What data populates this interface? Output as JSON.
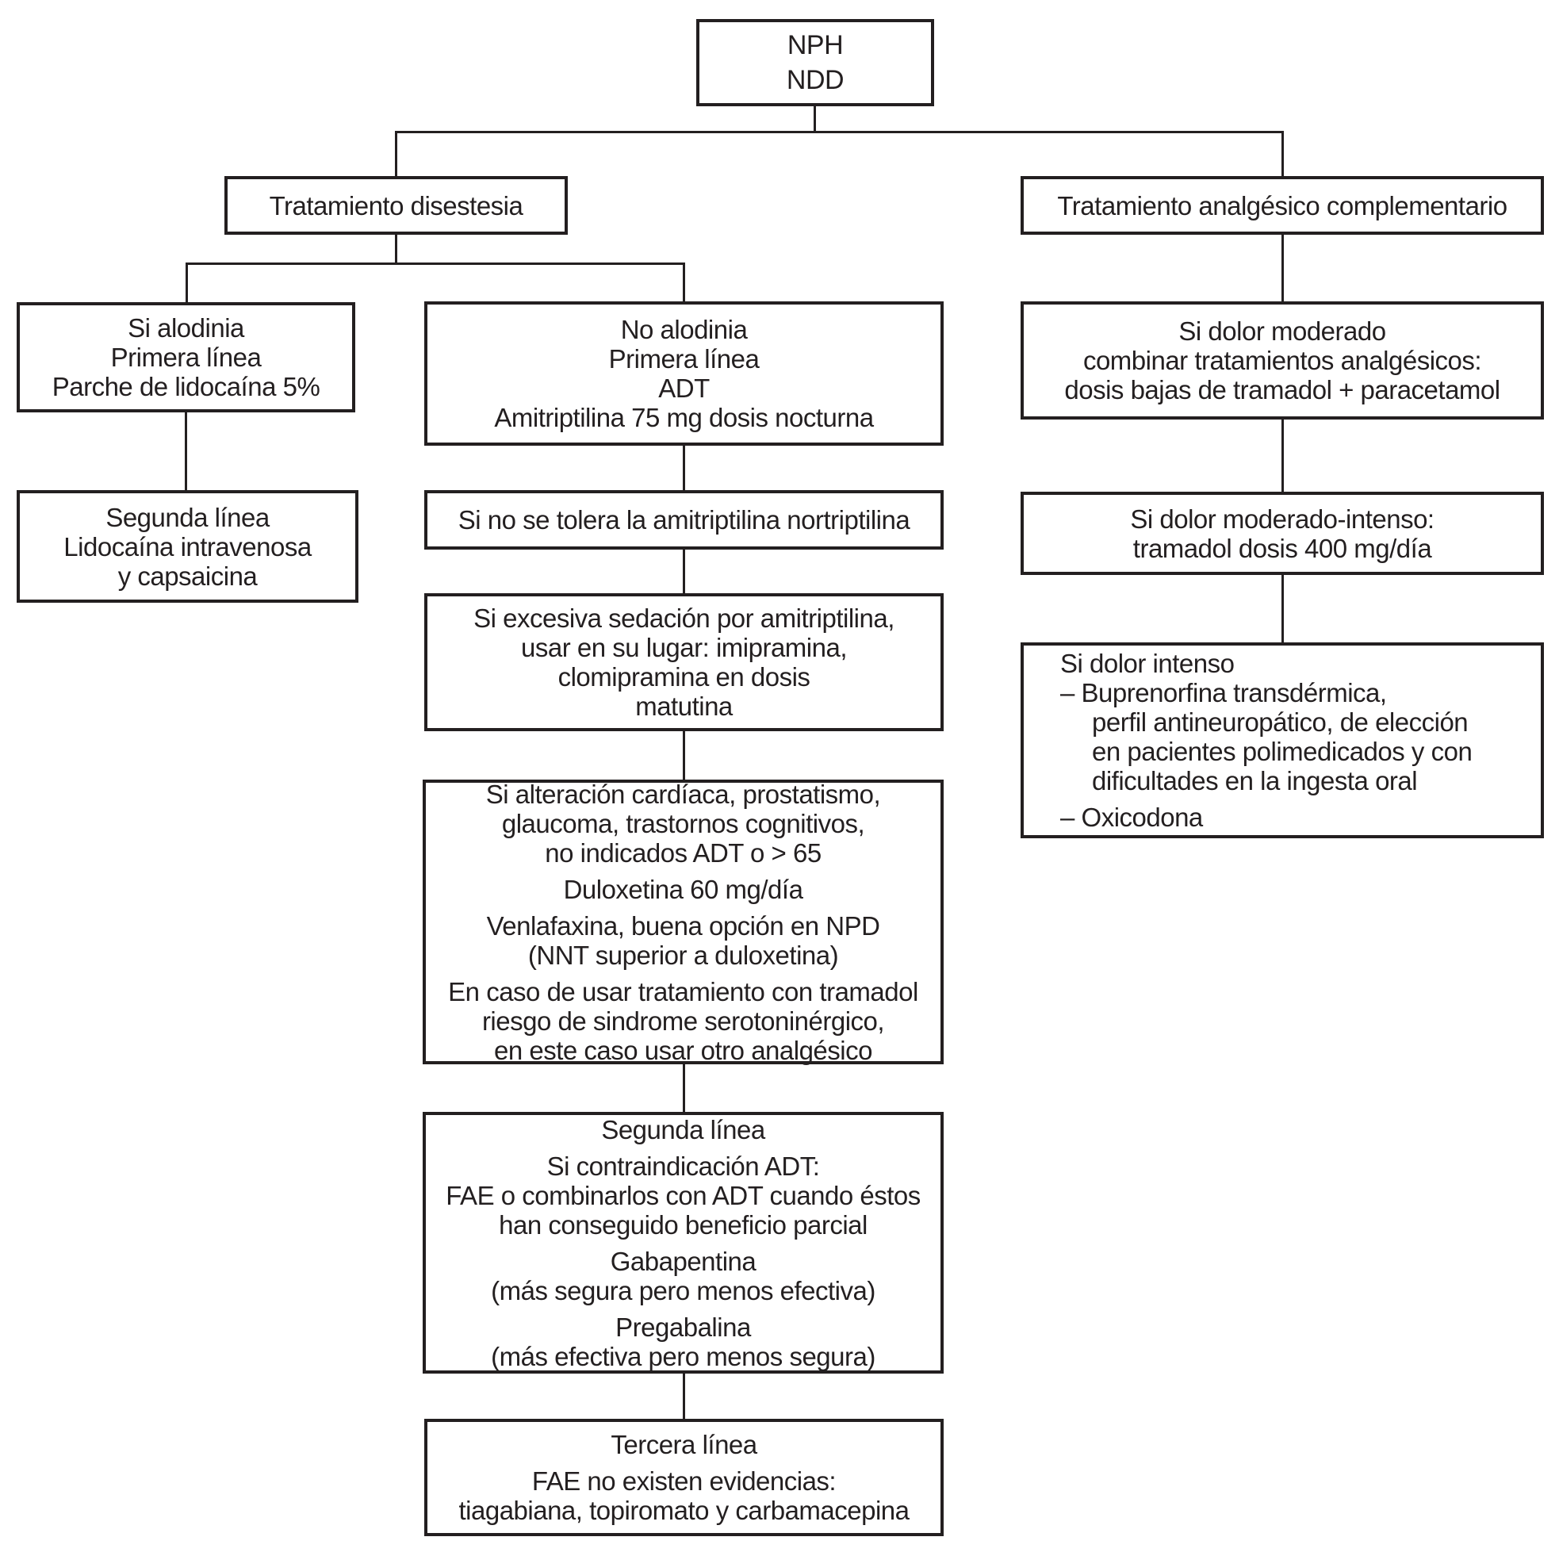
{
  "diagram_title": "NPH NDD treatment algorithm",
  "nodes": {
    "root": {
      "lines": [
        "NPH",
        "NDD"
      ]
    },
    "disestesia": {
      "lines": [
        "Tratamiento disestesia"
      ]
    },
    "complementario": {
      "lines": [
        "Tratamiento analgésico complementario"
      ]
    },
    "alodinia": {
      "lines": [
        "Si alodinia",
        "Primera línea",
        "Parche de lidocaína 5%"
      ]
    },
    "segunda_lidocaina": {
      "lines": [
        "Segunda línea",
        "Lidocaína intravenosa",
        "y capsaicina"
      ]
    },
    "no_alodinia": {
      "lines": [
        "No alodinia",
        "Primera línea",
        "ADT",
        "Amitriptilina 75 mg dosis nocturna"
      ]
    },
    "no_tolera": {
      "lines": [
        "Si no se tolera la amitriptilina nortriptilina"
      ]
    },
    "sedacion": {
      "lines": [
        "Si excesiva sedación por amitriptilina,",
        "usar en su lugar: imipramina,",
        "clomipramina en dosis",
        "matutina"
      ]
    },
    "alteracion": {
      "lines": [
        "Si alteración cardíaca, prostatismo,",
        "glaucoma, trastornos cognitivos,",
        "no indicados ADT o > 65",
        "Duloxetina 60 mg/día",
        "Venlafaxina, buena opción en NPD",
        "(NNT superior a duloxetina)",
        "En caso de usar tratamiento con tramadol",
        "riesgo de sindrome serotoninérgico,",
        "en este caso usar otro analgésico"
      ]
    },
    "segunda_fae": {
      "lines": [
        "Segunda línea",
        "Si contraindicación ADT:",
        "FAE o combinarlos con ADT cuando éstos",
        "han conseguido beneficio parcial",
        "Gabapentina",
        "(más segura pero menos efectiva)",
        "Pregabalina",
        "(más efectiva pero menos segura)"
      ]
    },
    "tercera": {
      "lines": [
        "Tercera línea",
        "FAE no existen evidencias:",
        "tiagabiana, topiromato y carbamacepina"
      ]
    },
    "dolor_moderado": {
      "lines": [
        "Si dolor moderado",
        "combinar tratamientos analgésicos:",
        "dosis bajas de tramadol + paracetamol"
      ]
    },
    "moderado_intenso": {
      "lines": [
        "Si dolor moderado-intenso:",
        "tramadol dosis 400 mg/día"
      ]
    },
    "dolor_intenso": {
      "lines": [
        "Si dolor intenso",
        "– Buprenorfina transdérmica,",
        "perfil antineuropático, de elección",
        "en pacientes polimedicados y con",
        "dificultades en la ingesta oral",
        "– Oxicodona"
      ]
    }
  },
  "colors": {
    "line": "#231f20",
    "background": "#ffffff",
    "text": "#231f20"
  }
}
